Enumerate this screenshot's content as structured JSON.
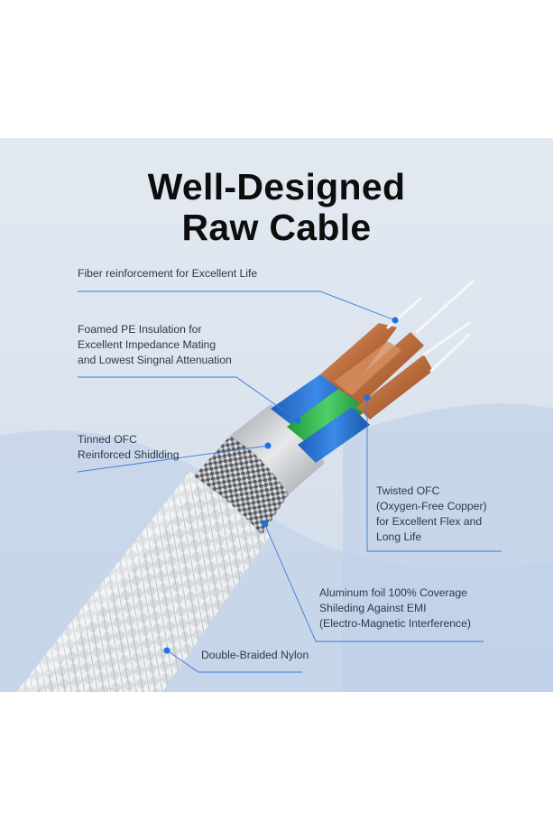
{
  "title": {
    "line1": "Well-Designed",
    "line2": "Raw Cable"
  },
  "callouts": {
    "fiber": {
      "lines": [
        "Fiber reinforcement for Excellent Life"
      ]
    },
    "foamed": {
      "lines": [
        "Foamed PE Insulation for",
        "Excellent Impedance Mating",
        "and Lowest Singnal Attenuation"
      ]
    },
    "tinned": {
      "lines": [
        "Tinned OFC",
        "Reinforced Shidlding"
      ]
    },
    "twisted": {
      "lines": [
        "Twisted OFC",
        "(Oxygen-Free Copper)",
        "for Excellent Flex and",
        "Long Life"
      ]
    },
    "aluminum": {
      "lines": [
        "Aluminum foil 100% Coverage",
        "Shileding Against EMI",
        "(Electro-Magnetic Interference)"
      ]
    },
    "nylon": {
      "lines": [
        "Double-Braided Nylon"
      ]
    }
  },
  "colors": {
    "accent": "#1a73e8",
    "copper": "#c27a4a",
    "insulation_blue": "#2a6fcb",
    "insulation_green": "#2fb34a"
  }
}
